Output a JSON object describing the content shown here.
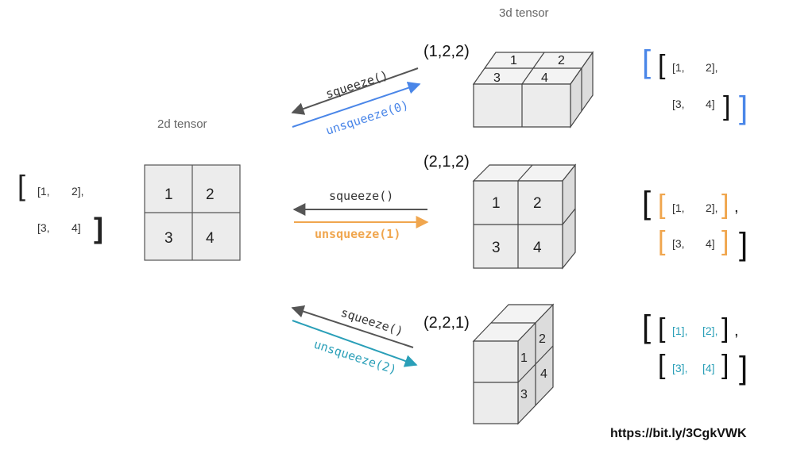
{
  "headers": {
    "tensor_3d": "3d tensor",
    "tensor_2d": "2d tensor"
  },
  "matrix_2d": {
    "row1": [
      "[1,",
      "2],"
    ],
    "row2": [
      "[3,",
      "4]"
    ],
    "cells": [
      "1",
      "2",
      "3",
      "4"
    ]
  },
  "ops": {
    "squeeze": "squeeze()",
    "unsqueeze0": "unsqueeze(0)",
    "unsqueeze1": "unsqueeze(1)",
    "unsqueeze2": "unsqueeze(2)"
  },
  "shapes": {
    "s0": "(1,2,2)",
    "s1": "(2,1,2)",
    "s2": "(2,2,1)"
  },
  "cube_cells": [
    "1",
    "2",
    "3",
    "4"
  ],
  "result0": {
    "r1": [
      "[1,",
      "2],"
    ],
    "r2": [
      "[3,",
      "4]"
    ]
  },
  "result1": {
    "r1": [
      "[1,",
      "2],"
    ],
    "r2": [
      "[3,",
      "4]"
    ]
  },
  "result2": {
    "r1": [
      "[1],",
      "[2],"
    ],
    "r2": [
      "[3],",
      "[4]"
    ]
  },
  "comma": ",",
  "source_url": "https://bit.ly/3CgkVWK",
  "colors": {
    "blue": "#4a86e8",
    "orange": "#f0a64e",
    "teal": "#2a9fb8",
    "gray": "#555555"
  }
}
